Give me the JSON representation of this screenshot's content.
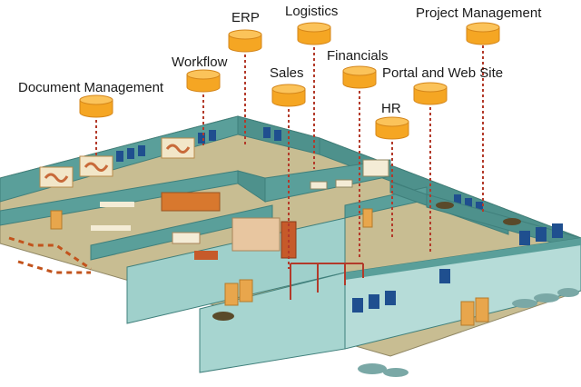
{
  "labels": {
    "document_management": "Document Management",
    "workflow": "Workflow",
    "erp": "ERP",
    "logistics": "Logistics",
    "sales": "Sales",
    "financials": "Financials",
    "portal_and_web_site": "Portal and Web Site",
    "hr": "HR",
    "project_management": "Project Management"
  },
  "colors": {
    "database_fill": "#f5a623",
    "database_top": "#fbc35a",
    "database_stroke": "#d4861a",
    "connector": "#b33a2a",
    "wall": "#5a9f9a",
    "wall_dark": "#3f7f7b",
    "floor": "#c8bd92",
    "window": "#1f4f8f"
  }
}
